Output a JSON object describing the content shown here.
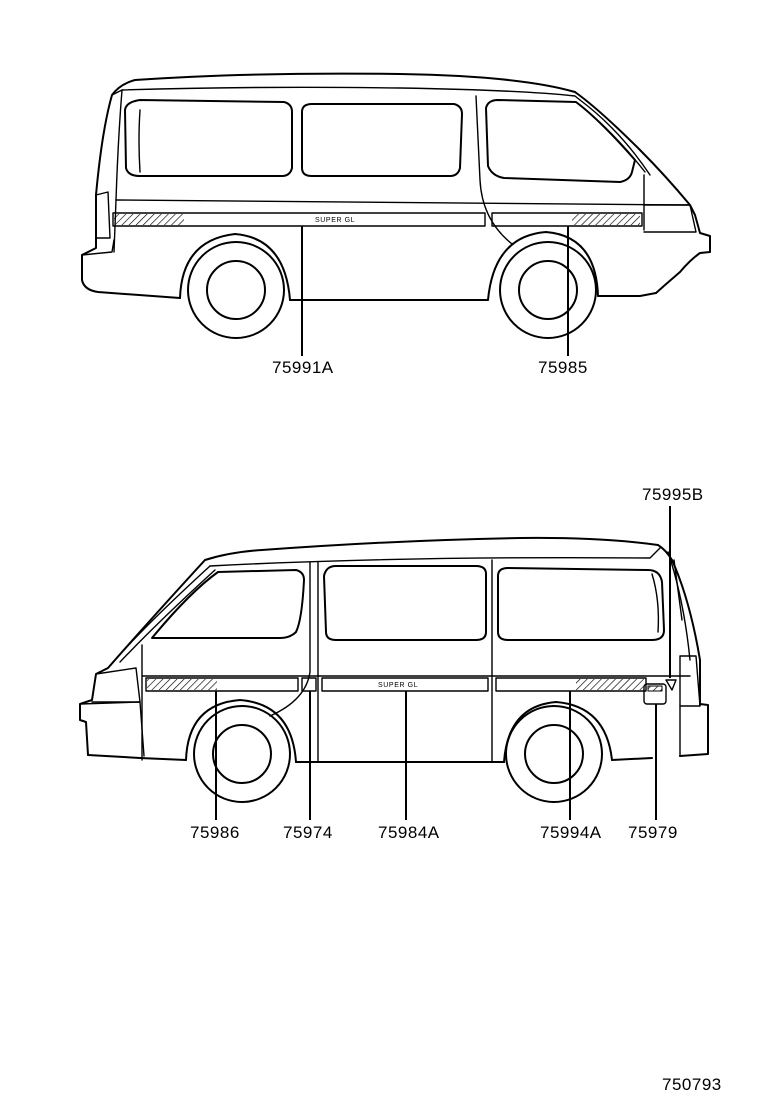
{
  "diagram_id": "750793",
  "top_view": {
    "stripe_text": "SUPER GL",
    "labels": {
      "center_stripe": "75991A",
      "rear_stripe": "75985"
    }
  },
  "bottom_view": {
    "stripe_text": "SUPER GL",
    "labels": {
      "roof_emblem": "75995B",
      "front_stripe": "75986",
      "pillar_stripe": "75974",
      "center_stripe": "75984A",
      "rear_stripe": "75994A",
      "rear_emblem": "75979"
    }
  }
}
